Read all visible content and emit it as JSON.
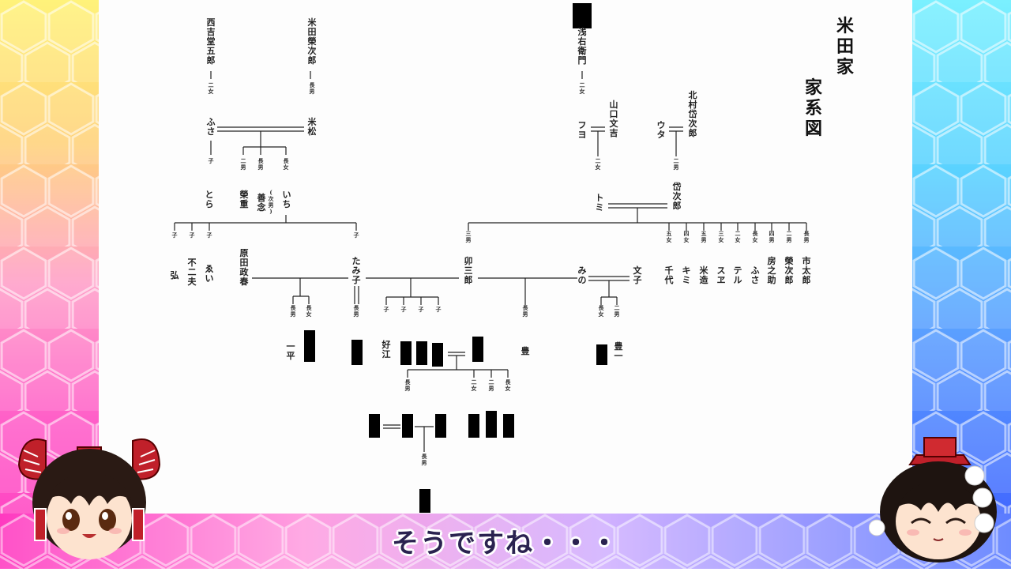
{
  "document": {
    "title": "米田家　家系図",
    "people": {
      "nishiyoshi": "西吉堂五郎",
      "yoneda_eijiro": "米田榮次郎",
      "asa_uemon": "浅右衛門",
      "yamaguchi": "山口文吉",
      "kitamura": "北村岱次郎",
      "fusa": "ふさ",
      "yonematsu": "米松",
      "fuyo": "フヨ",
      "uta": "ウタ",
      "tora": "とら",
      "eizo": "榮重",
      "yoshinen": "善念",
      "yoshinen_note": "(次男)",
      "ichi": "いち",
      "tomi": "トミ",
      "taijiro": "岱次郎",
      "hiroshi": "弘",
      "fujio": "不二夫",
      "ei": "ゑい",
      "harada": "原田政春",
      "tamiko": "たみ子",
      "usaburo": "卯三郎",
      "mino": "みの",
      "fumiko": "文子",
      "chiyo": "千代",
      "kimi": "キミ",
      "yonezo": "米造",
      "sue": "スヱ",
      "teru": "テル",
      "fusa2": "ふさ",
      "kanosuke": "房之助",
      "eijiro2": "榮次郎",
      "ichitaro": "市太郎",
      "ippei": "一平",
      "yoshie": "好江",
      "yutaka": "豊",
      "toyokazu": "豊一"
    },
    "relations": {
      "nijo": "二女",
      "chonan": "長男",
      "chojo": "長女",
      "jinan": "二男",
      "ko": "子",
      "sannan": "三男",
      "yonnan": "四男",
      "gonan": "五男",
      "sanjo": "三女",
      "yonjo": "四女",
      "gojo": "五女"
    }
  },
  "caption": "そうですね・・・",
  "colors": {
    "left_panel": "#ff5cc8",
    "right_panel": "#3a58ff",
    "caption_text": "#2a2250"
  }
}
